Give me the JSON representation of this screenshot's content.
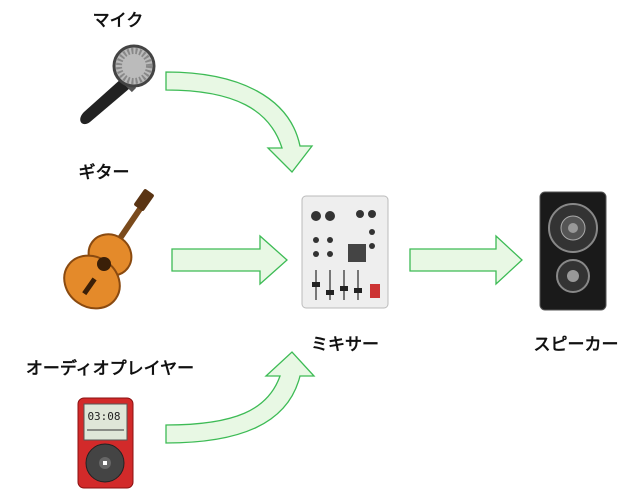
{
  "labels": {
    "mic": "マイク",
    "guitar": "ギター",
    "player": "オーディオプレイヤー",
    "mixer": "ミキサー",
    "speaker": "スピーカー"
  },
  "player_screen": {
    "time": "03:08"
  },
  "colors": {
    "arrow_fill": "#e8f8e4",
    "arrow_stroke": "#3dbb55"
  }
}
